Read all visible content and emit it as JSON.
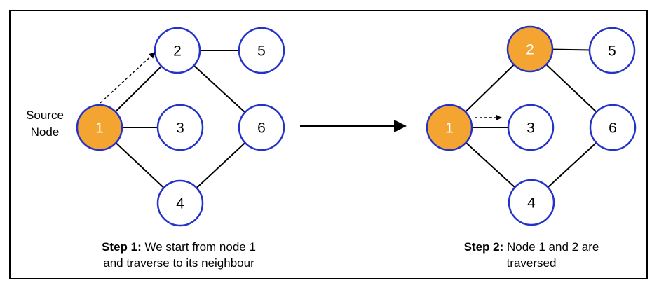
{
  "source_label": {
    "line1": "Source",
    "line2": "Node"
  },
  "colors": {
    "visited_fill": "#F3A431",
    "unvisited_fill": "#FFFFFF",
    "node_border": "#2432C8",
    "visited_text": "#FFFFFF",
    "unvisited_text": "#000000",
    "edge": "#000000",
    "arrow": "#000000"
  },
  "panels": [
    {
      "caption_bold": "Step 1:",
      "caption_line1": " We start from node 1",
      "caption_line2": "and traverse to its neighbour",
      "nodes": [
        {
          "id": "1",
          "label": "1",
          "visited": true
        },
        {
          "id": "2",
          "label": "2",
          "visited": false
        },
        {
          "id": "3",
          "label": "3",
          "visited": false
        },
        {
          "id": "4",
          "label": "4",
          "visited": false
        },
        {
          "id": "5",
          "label": "5",
          "visited": false
        },
        {
          "id": "6",
          "label": "6",
          "visited": false
        }
      ],
      "edges": [
        "1-2",
        "1-3",
        "1-4",
        "2-5",
        "2-6",
        "4-6"
      ],
      "dashed_arrow": {
        "from": "1",
        "to": "2"
      }
    },
    {
      "caption_bold": "Step 2:",
      "caption_line1": " Node 1 and 2 are",
      "caption_line2": "traversed",
      "nodes": [
        {
          "id": "1",
          "label": "1",
          "visited": true
        },
        {
          "id": "2",
          "label": "2",
          "visited": true
        },
        {
          "id": "3",
          "label": "3",
          "visited": false
        },
        {
          "id": "4",
          "label": "4",
          "visited": false
        },
        {
          "id": "5",
          "label": "5",
          "visited": false
        },
        {
          "id": "6",
          "label": "6",
          "visited": false
        }
      ],
      "edges": [
        "1-2",
        "1-3",
        "1-4",
        "2-5",
        "2-6",
        "4-6"
      ],
      "dashed_arrow": {
        "from": "1",
        "to": "3"
      }
    }
  ]
}
